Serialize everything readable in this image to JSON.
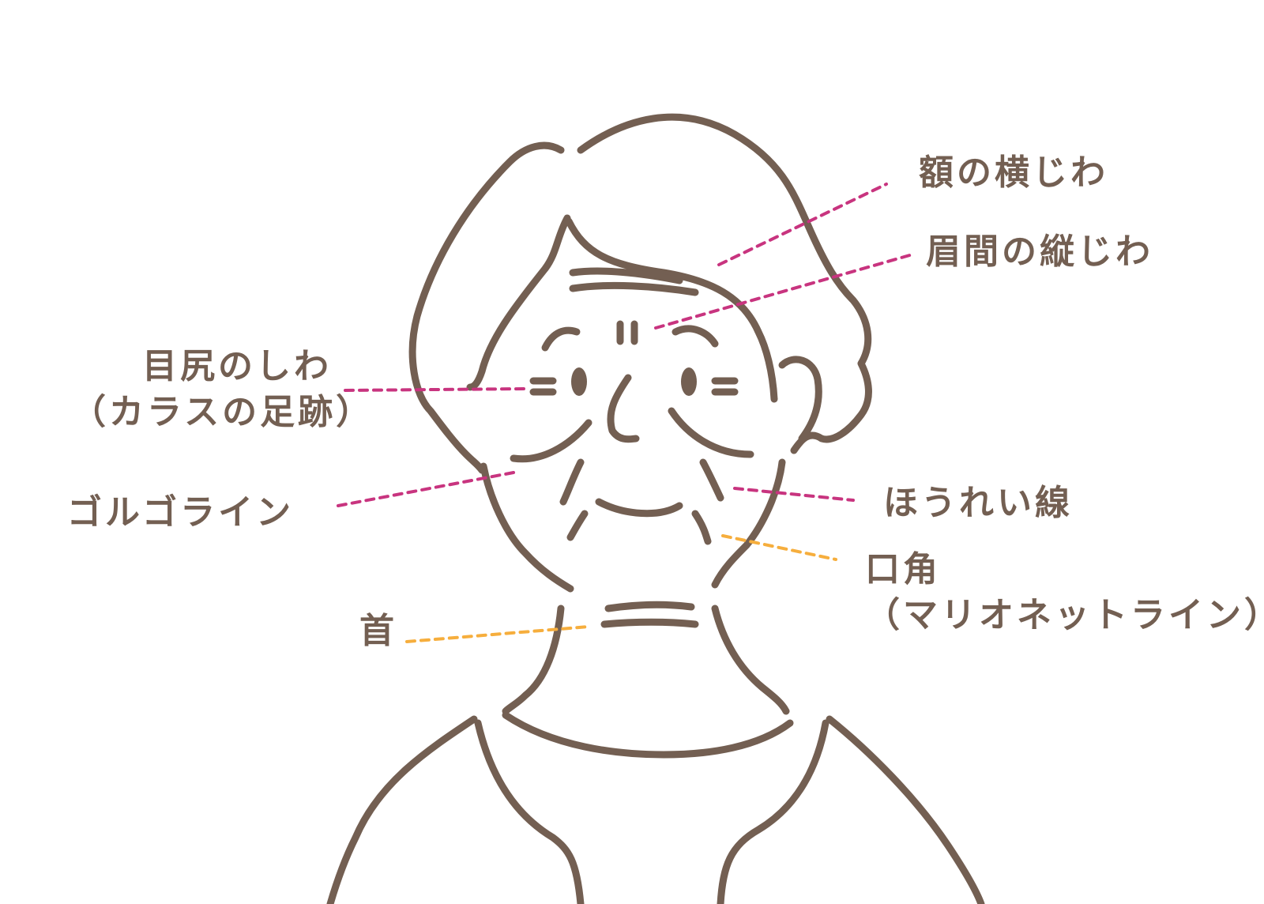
{
  "colors": {
    "outline": "#735f52",
    "leader_pink": "#c8347f",
    "leader_orange": "#f6ae3d",
    "label_text": "#735f52",
    "background": "#ffffff"
  },
  "labels": {
    "forehead": "額の横じわ",
    "glabella": "眉間の縦じわ",
    "crows_feet_line1": "目尻のしわ",
    "crows_feet_line2": "（カラスの足跡）",
    "golgo": "ゴルゴライン",
    "nasolabial": "ほうれい線",
    "mouth_corner_line1": "口角",
    "mouth_corner_line2": "（マリオネットライン）",
    "neck": "首"
  }
}
